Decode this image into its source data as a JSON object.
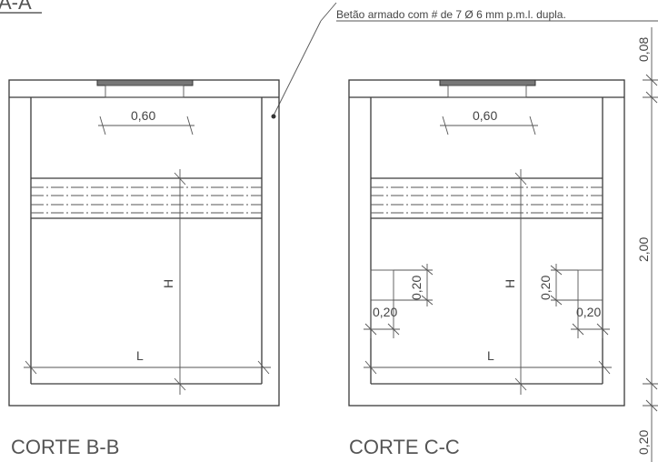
{
  "header_fragment": "A-A",
  "note": "Betão armado com # de 7 Ø 6 mm p.m.l. dupla.",
  "section_bb": {
    "title": "CORTE B-B",
    "opening_dim": "0,60",
    "height_label": "H",
    "length_label": "L"
  },
  "section_cc": {
    "title": "CORTE C-C",
    "opening_dim": "0,60",
    "height_label": "H",
    "length_label": "L",
    "pipe_left_width": "0,20",
    "pipe_left_height": "0,20",
    "pipe_right_width": "0,20",
    "pipe_right_height": "0,20"
  },
  "side_dims": {
    "top": "0,08",
    "middle": "2,00",
    "bottom": "0,20"
  }
}
